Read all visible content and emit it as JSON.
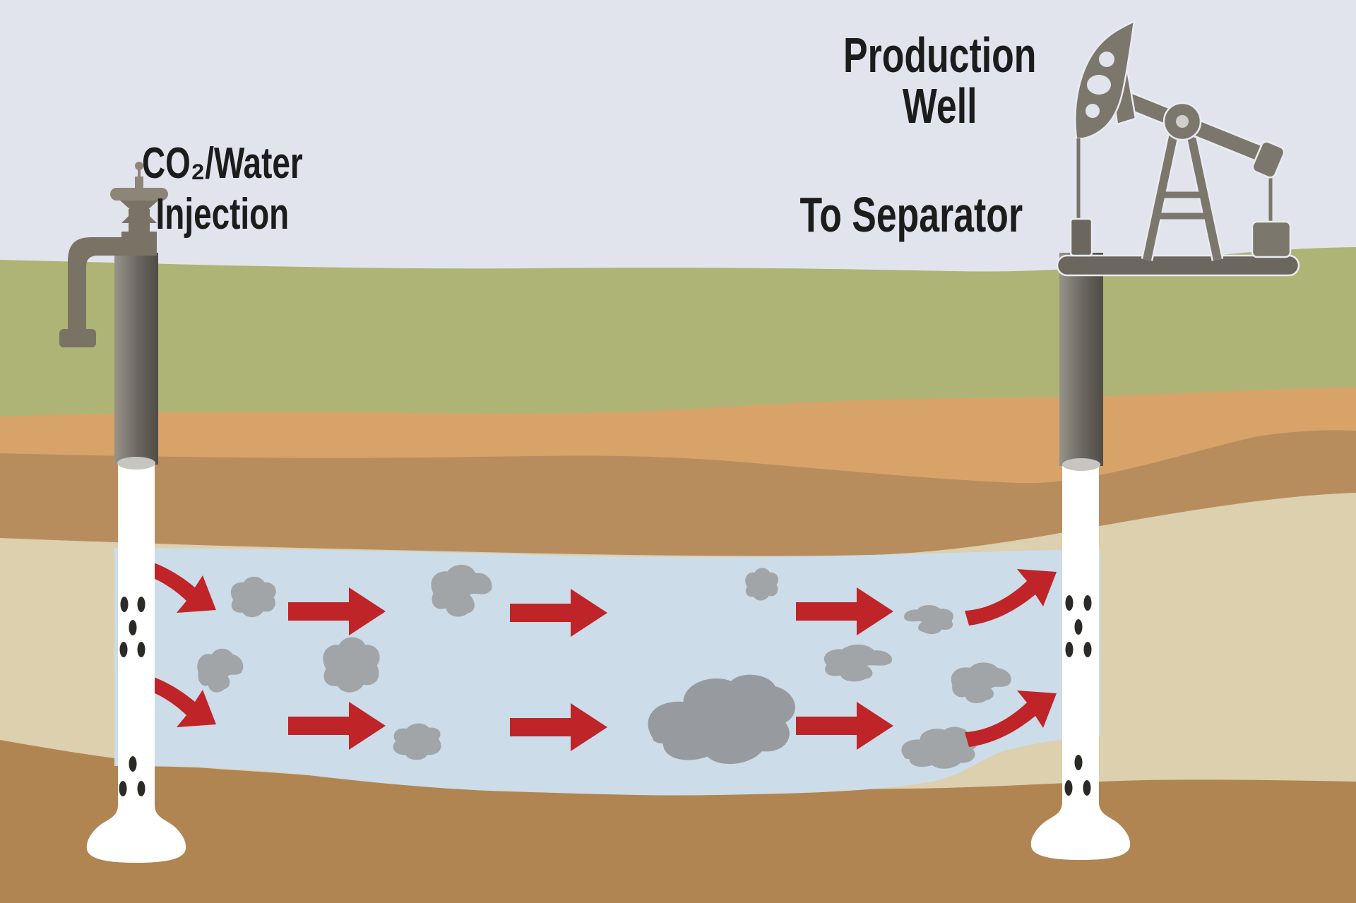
{
  "labels": {
    "injection": {
      "line1": "CO₂/Water",
      "line2": "Injection"
    },
    "production": {
      "line1": "Production",
      "line2": "Well"
    },
    "separator": "To Separator"
  },
  "colors": {
    "sky": "#e2e4ed",
    "grass": "#adb475",
    "soil_orange": "#d7a369",
    "soil_brown": "#b88d5e",
    "reservoir_rock_beige": "#dcd0ae",
    "base_brown": "#b08551",
    "flood_water_blue": "#ccdce8",
    "arrow_red": "#bf2428",
    "oil_blob_gray": "#a1a5a8",
    "oil_blob_dark": "#979ba0",
    "equipment_gray": "#7c776c",
    "equipment_dark": "#6b665e",
    "wellhead_gray": "#7a7265",
    "casing_light": "#98938a",
    "casing_dark": "#4f4c46",
    "pipe_white": "#ffffff",
    "perforation_black": "#2b2a27",
    "outline_light": "#e9ebf1",
    "text_black": "#1c1c1c"
  },
  "icons": {
    "injection_wellhead": "valve-wellhead-icon",
    "production_pumpjack": "pumpjack-icon",
    "flow_straight": "arrow-right-icon",
    "flow_curved": "arrow-curved-icon",
    "oil": "oil-blob-shape"
  }
}
